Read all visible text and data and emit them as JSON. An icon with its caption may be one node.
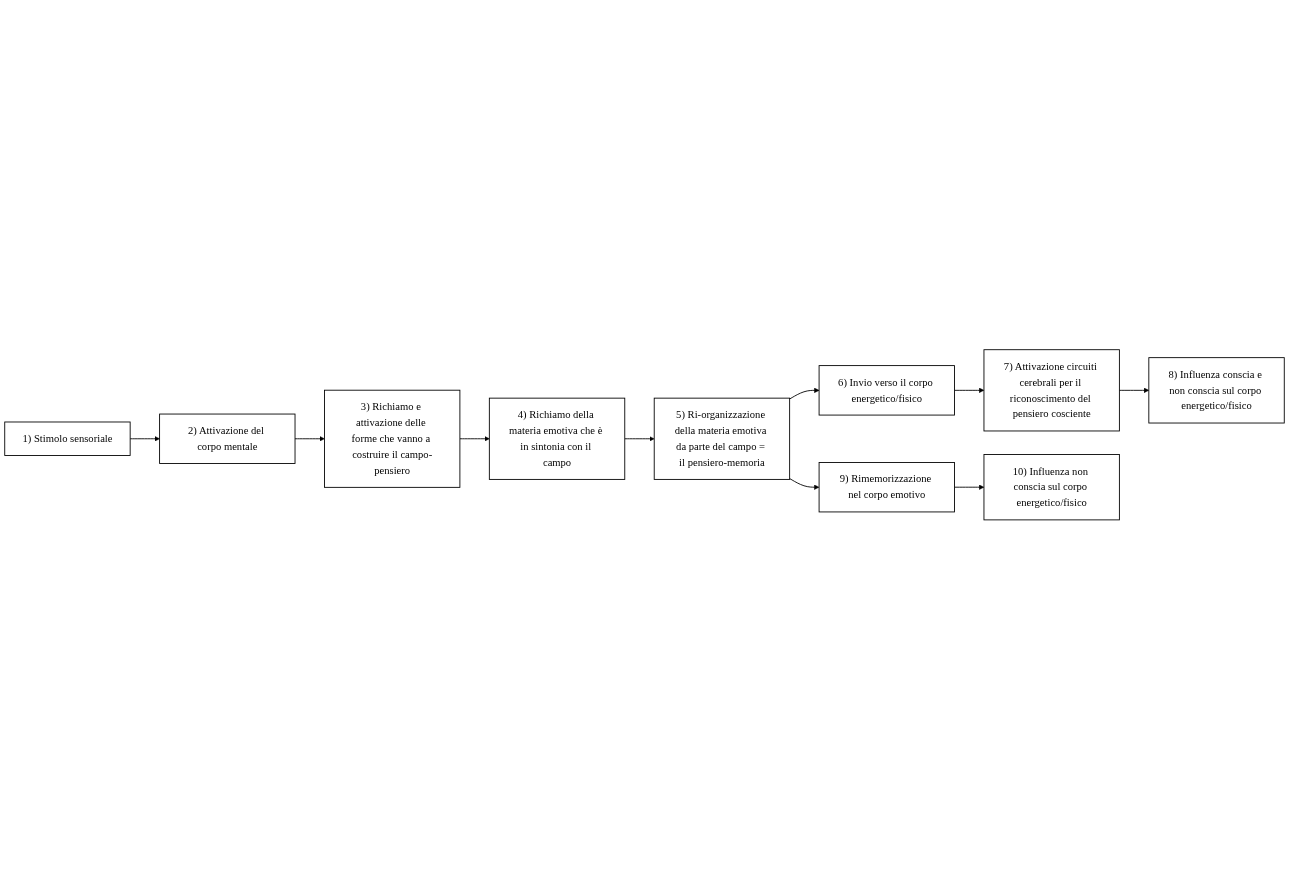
{
  "diagram": {
    "nodes": [
      {
        "text": [
          "1) Stimolo sensoriale"
        ]
      },
      {
        "text": [
          "2) Attivazione del corpo mentale"
        ]
      },
      {
        "text": [
          "3) Richiamo e attivazione delle forme che vanno a costruire il campo-pensiero"
        ]
      },
      {
        "text": [
          "4) Richiamo della materia emotiva che è in sintonia con il campo"
        ]
      },
      {
        "text": [
          "5) Ri-organizzazione della materia emotiva da parte del campo = il pensiero-memoria"
        ]
      },
      {
        "text": [
          "6) Invio verso il corpo energetico/fisico"
        ]
      },
      {
        "text": [
          "7) Attivazione circuiti cerebrali per il riconoscimento del pensiero cosciente"
        ]
      },
      {
        "text": [
          "8) Influenza conscia e non conscia sul corpo energetico/fisico"
        ]
      },
      {
        "text": [
          "9) Rimemorizzazione nel corpo emotivo"
        ]
      },
      {
        "text": [
          "10) Influenza non conscia sul corpo energetico/fisico"
        ]
      }
    ],
    "edges": [
      {
        "from": 0,
        "to": 1,
        "arrow": "to"
      },
      {
        "from": 1,
        "to": 2,
        "arrow": "to"
      },
      {
        "from": 2,
        "to": 3,
        "arrow": "to"
      },
      {
        "from": 3,
        "to": 4,
        "arrow": "to"
      },
      {
        "from": 4,
        "to": 5,
        "arrow": "to"
      },
      {
        "from": 4,
        "to": 8,
        "arrow": "to"
      },
      {
        "from": 5,
        "to": 6,
        "arrow": "to"
      },
      {
        "from": 6,
        "to": 7,
        "arrow": "to"
      },
      {
        "from": 8,
        "to": 9,
        "arrow": "to"
      }
    ]
  }
}
